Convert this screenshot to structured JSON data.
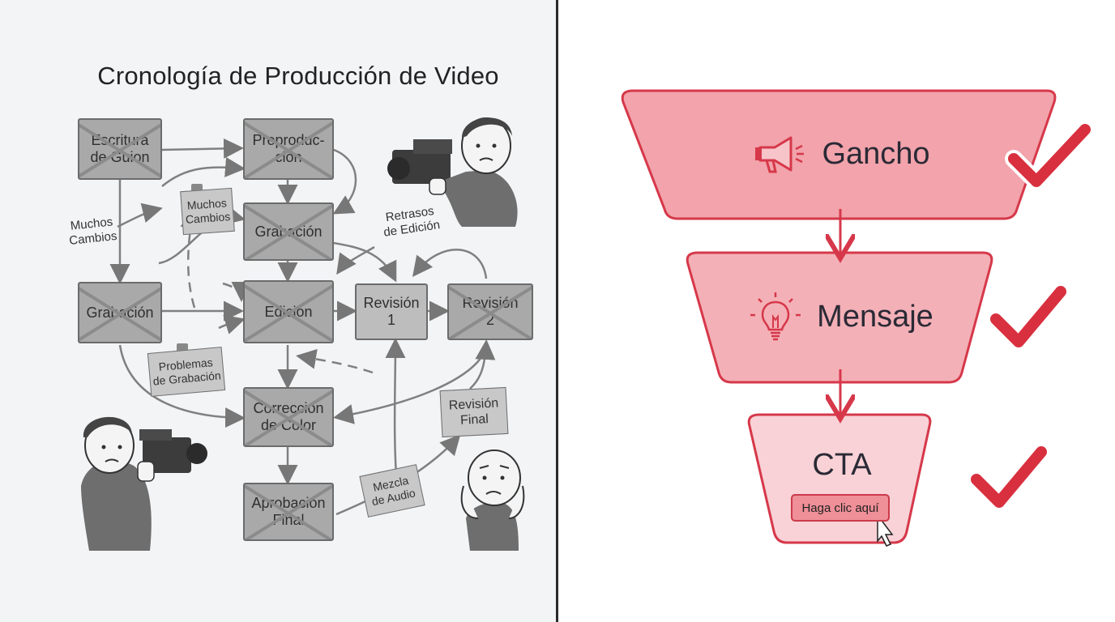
{
  "left": {
    "title": "Cronología de Producción de Video",
    "boxes": {
      "escritura": "Escritura\nde Guion",
      "preproduccion": "Preproduc-\nción",
      "grabacion_top": "Grabación",
      "grabacion_left": "Grabación",
      "edicion": "Edición",
      "revision1": "Revisión\n1",
      "revision2": "Revisión\n2",
      "correccion": "Corrección\nde Color",
      "aprobacion": "Aprobación\nFinal"
    },
    "notes": {
      "muchos_cambios_note": "Muchos\nCambios",
      "problemas": "Problemas\nde Grabación",
      "revision_final": "Revisión\nFinal",
      "mezcla": "Mezcla\nde Audio"
    },
    "labels": {
      "muchos_cambios": "Muchos\nCambios",
      "retrasos": "Retrasos\nde Edición"
    }
  },
  "right": {
    "stages": [
      {
        "label": "Gancho",
        "icon": "megaphone-icon"
      },
      {
        "label": "Mensaje",
        "icon": "lightbulb-icon"
      },
      {
        "label": "CTA",
        "icon": null
      }
    ],
    "cta_button": "Haga clic aquí",
    "colors": {
      "stage1_fill": "#f2a3ab",
      "stage2_fill": "#f4b0b7",
      "stage3_fill": "#f8d2d6",
      "stroke": "#d6384a",
      "check": "#d9303f"
    }
  }
}
